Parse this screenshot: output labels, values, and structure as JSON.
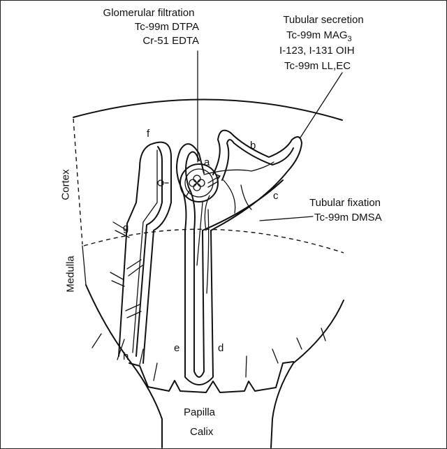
{
  "glomerular": {
    "title": "Glomerular filtration",
    "agent1": "Tc-99m DTPA",
    "agent2": "Cr-51 EDTA"
  },
  "secretion": {
    "title": "Tubular secretion",
    "agent1_main": "Tc-99m MAG",
    "agent1_sub": "3",
    "agent2": "I-123, I-131 OIH",
    "agent3": "Tc-99m LL,EC"
  },
  "fixation": {
    "title": "Tubular fixation",
    "agent": "Tc-99m DMSA"
  },
  "regions": {
    "cortex": "Cortex",
    "medulla": "Medulla",
    "papilla": "Papilla",
    "calix": "Calix"
  },
  "segments": {
    "a": "a",
    "b": "b",
    "c": "c",
    "d": "d",
    "e": "e",
    "f": "f",
    "g": "g",
    "h": "h"
  }
}
